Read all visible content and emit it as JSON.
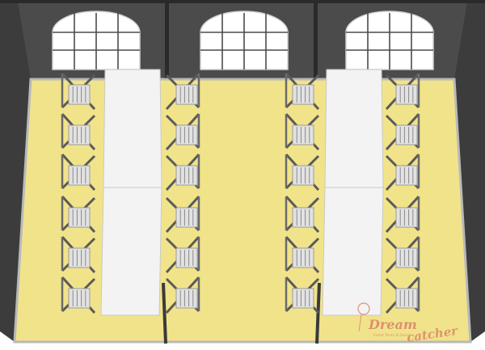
{
  "scene": {
    "description_type": "tent-banquet-layout",
    "window_count": 3,
    "table_rows": 2,
    "tables_per_row": 2,
    "chairs_per_side": 6,
    "colors": {
      "floor": "#f1e38a",
      "wall": "#4b4b4b",
      "wall_dark": "#3a3a3a",
      "roof_beam": "#2f2f2f",
      "table": "#f3f3f3",
      "chair_frame": "#5a5a5a",
      "chair_seat": "#e2e2e2",
      "window_glass": "#ffffff"
    }
  },
  "logo": {
    "word1": "Dream",
    "word2": "catcher",
    "tagline": "Event Tents & Decor",
    "color": "#d9836b"
  }
}
